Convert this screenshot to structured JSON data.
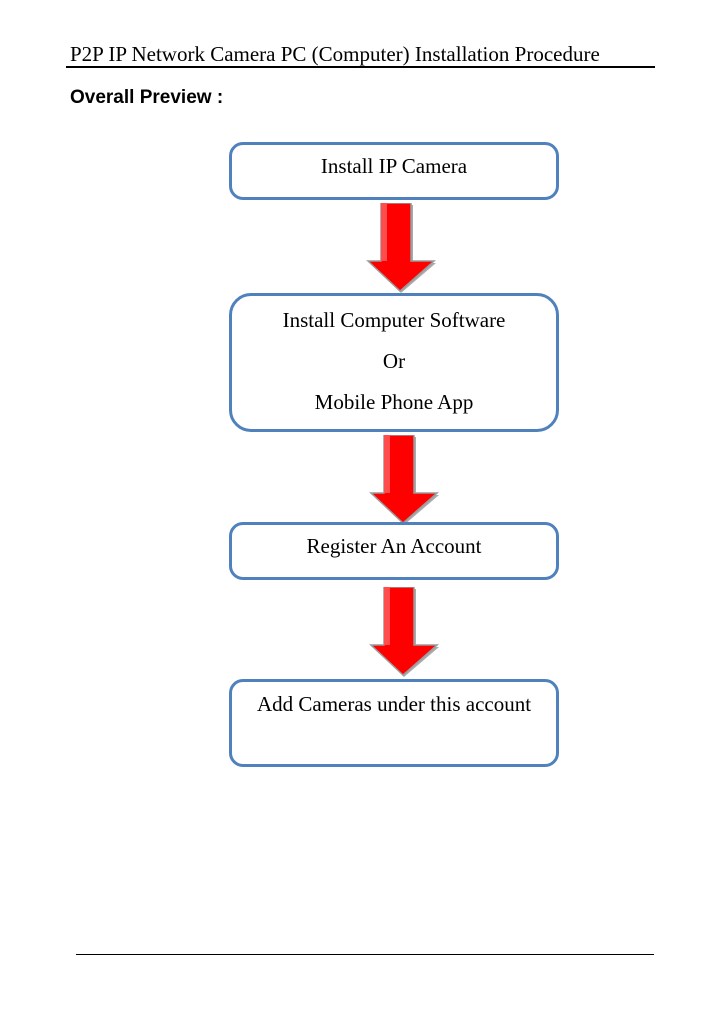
{
  "header": {
    "title": "P2P IP Network Camera PC (Computer) Installation Procedure"
  },
  "section": {
    "heading": "Overall Preview :"
  },
  "flowchart": {
    "box_border_color": "#4f81bd",
    "arrow_color": "#ff0000",
    "steps": [
      {
        "lines": [
          "Install IP Camera"
        ]
      },
      {
        "lines": [
          "Install Computer Software",
          "Or",
          "Mobile Phone App"
        ]
      },
      {
        "lines": [
          "Register An Account"
        ]
      },
      {
        "lines": [
          "Add Cameras under this account"
        ]
      }
    ]
  }
}
